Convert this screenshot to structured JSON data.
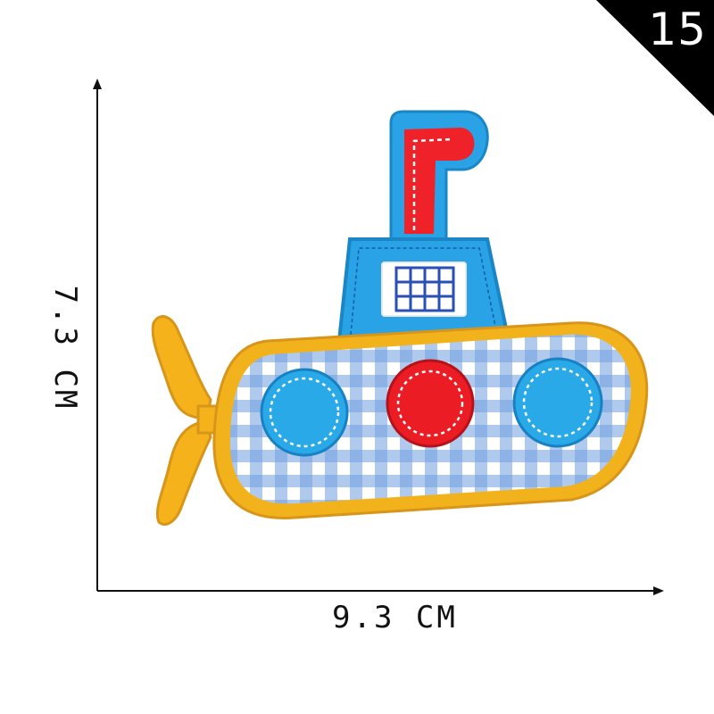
{
  "badge": {
    "number": "15",
    "background": "#000000",
    "text_color": "#ffffff"
  },
  "dimensions": {
    "width_label": "9.3 CM",
    "height_label": "7.3 CM"
  },
  "patch": {
    "subject": "embroidered submarine patch",
    "colors": {
      "hull_border": "#f2b21c",
      "gingham_blue": "#6f9fe0",
      "tower_blue": "#29a3e6",
      "periscope_red": "#ee2228",
      "porthole_blue": "#29a9e8",
      "porthole_red": "#ec1c24",
      "propeller_yellow": "#f5b21a"
    }
  }
}
